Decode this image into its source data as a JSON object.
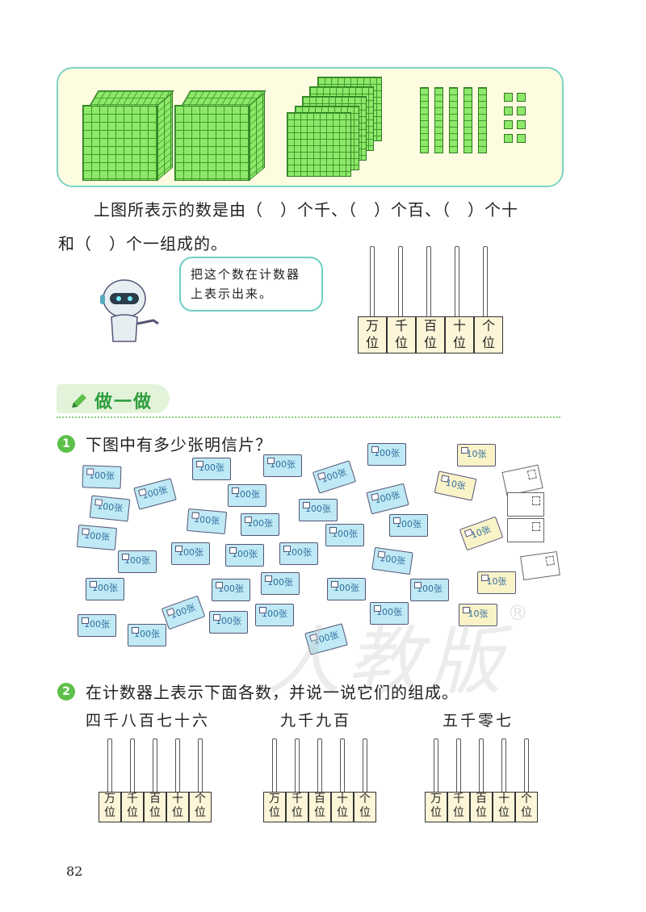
{
  "intro": {
    "sentence_line1": "上图所表示的数是由（　）个千、（　）个百、（　）个十",
    "sentence_line2": "和（　）个一组成的。",
    "bubble_text": "把这个数在计数器上表示出来。"
  },
  "abacus_labels": [
    {
      "top": "万",
      "bottom": "位"
    },
    {
      "top": "千",
      "bottom": "位"
    },
    {
      "top": "百",
      "bottom": "位"
    },
    {
      "top": "十",
      "bottom": "位"
    },
    {
      "top": "个",
      "bottom": "位"
    }
  ],
  "do_section": {
    "title": "做一做",
    "q1_number": "1",
    "q1_text": "下图中有多少张明信片？",
    "pack_100_label": "100张",
    "pack_10_label": "10张",
    "q2_number": "2",
    "q2_text": "在计数器上表示下面各数，并说一说它们的组成。",
    "numbers": [
      "四千八百七十六",
      "九千九百",
      "五千零七"
    ]
  },
  "page_number": "82",
  "watermark": "人教版",
  "colors": {
    "panel_border": "#7fd3c4",
    "panel_bg": "#fdfbe0",
    "block_green": "#8ee86a",
    "section_green": "#2e9e3e",
    "pack_blue": "#bfe9f4",
    "pack_yellow": "#fbf3c8"
  }
}
